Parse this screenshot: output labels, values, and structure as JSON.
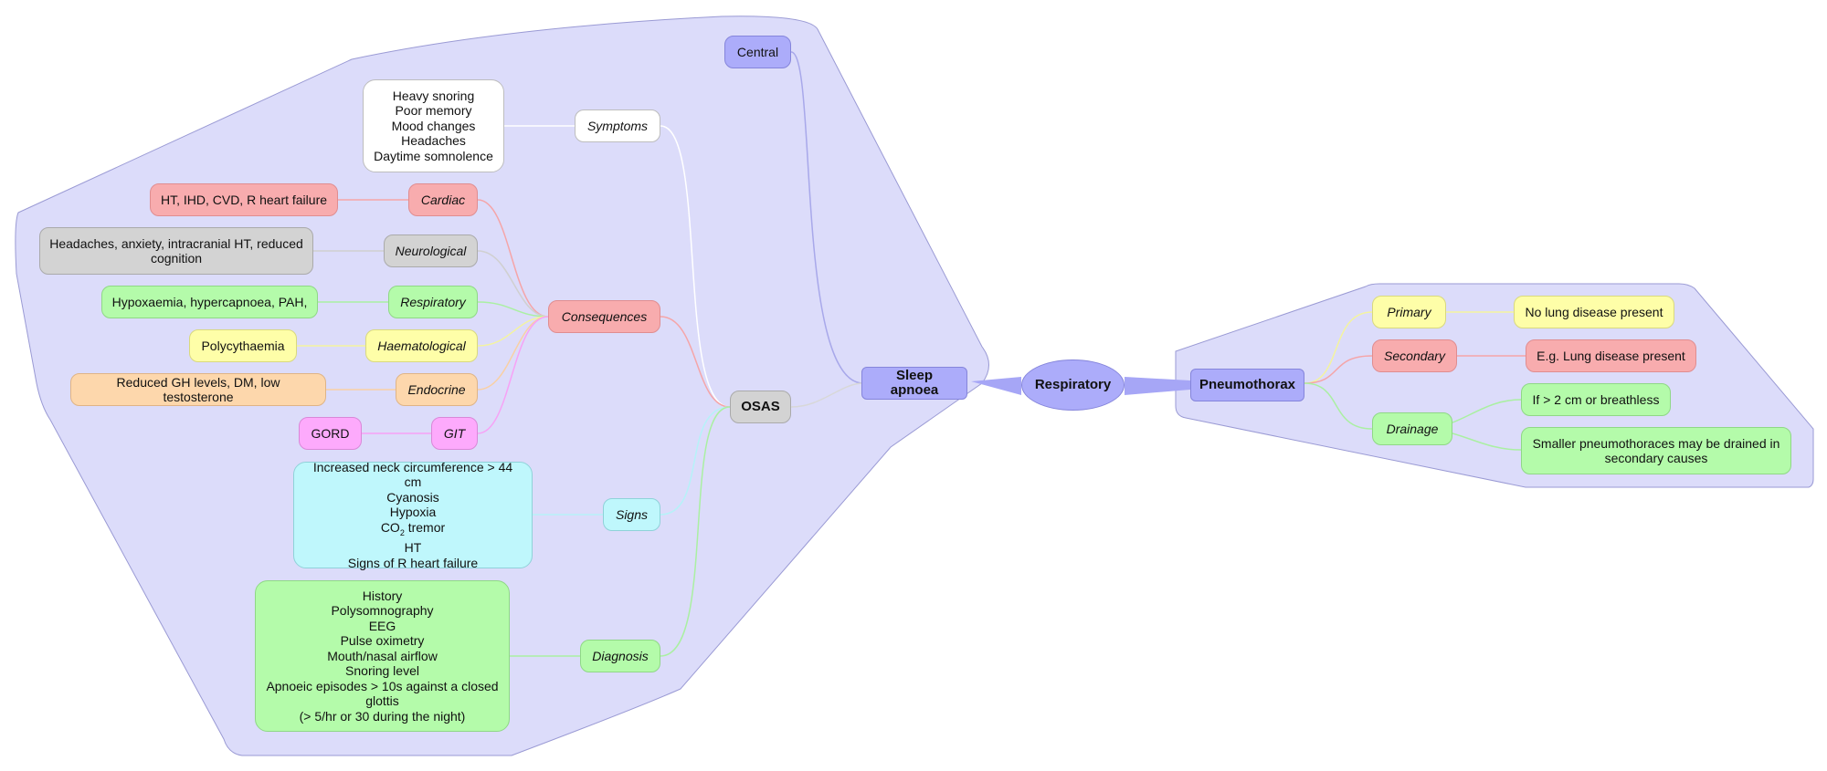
{
  "colors": {
    "region_fill": "#dcdcfa",
    "region_stroke": "#9a9ad4",
    "central": "#acacfa",
    "red": "#f8acae",
    "grey": "#d3d3d3",
    "green": "#b4fbaa",
    "yellow": "#fefea8",
    "orange": "#fdd7ac",
    "pink": "#fdaafc",
    "cyan": "#bff7fc"
  },
  "root": {
    "label": "Respiratory"
  },
  "sleep_apnoea": {
    "label": "Sleep apnoea",
    "central": "Central",
    "osas": {
      "label": "OSAS",
      "symptoms": {
        "label": "Symptoms",
        "details": "Heavy snoring\nPoor memory\nMood changes\nHeadaches\nDaytime somnolence"
      },
      "consequences": {
        "label": "Consequences",
        "cardiac": {
          "label": "Cardiac",
          "detail": "HT, IHD, CVD, R heart failure"
        },
        "neurological": {
          "label": "Neurological",
          "detail": "Headaches, anxiety, intracranial HT, reduced cognition"
        },
        "respiratory": {
          "label": "Respiratory",
          "detail": "Hypoxaemia, hypercapnoea, PAH,"
        },
        "haematological": {
          "label": "Haematological",
          "detail": "Polycythaemia"
        },
        "endocrine": {
          "label": "Endocrine",
          "detail": "Reduced GH levels, DM, low testosterone"
        },
        "git": {
          "label": "GIT",
          "detail": "GORD"
        }
      },
      "signs": {
        "label": "Signs",
        "line1": "Increased neck circumference > 44 cm",
        "line2": "Cyanosis",
        "line3": "Hypoxia",
        "line4_prefix": "CO",
        "line4_sub": "2",
        "line4_suffix": " tremor",
        "line5": "HT",
        "line6": "Signs of R heart failure"
      },
      "diagnosis": {
        "label": "Diagnosis",
        "details": "History\nPolysomnography\nEEG\nPulse oximetry\nMouth/nasal airflow\nSnoring level\nApnoeic episodes > 10s against a closed glottis\n(> 5/hr or 30 during the night)"
      }
    }
  },
  "pneumothorax": {
    "label": "Pneumothorax",
    "primary": {
      "label": "Primary",
      "detail": "No lung disease present"
    },
    "secondary": {
      "label": "Secondary",
      "detail": "E.g. Lung disease present"
    },
    "drainage": {
      "label": "Drainage",
      "detail1": "If > 2 cm or breathless",
      "detail2": "Smaller pneumothoraces may be drained in secondary causes"
    }
  }
}
